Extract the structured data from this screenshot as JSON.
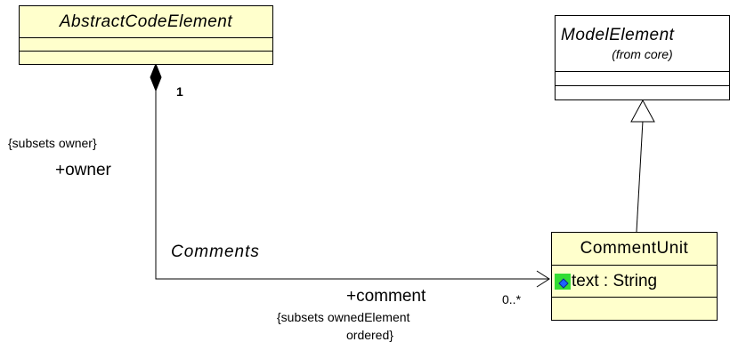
{
  "classes": {
    "abstract_code_element": {
      "name": "AbstractCodeElement"
    },
    "model_element": {
      "name": "ModelElement",
      "package": "(from core)"
    },
    "comment_unit": {
      "name": "CommentUnit",
      "attribute": "text : String"
    }
  },
  "association": {
    "name": "Comments",
    "owner_multiplicity": "1",
    "owner_constraint": "{subsets owner}",
    "owner_role": "+owner",
    "comment_role": "+comment",
    "comment_multiplicity": "0..*",
    "comment_constraint_line1": "{subsets ownedElement",
    "comment_constraint_line2": "ordered}"
  },
  "colors": {
    "class_fill": "#ffffcc",
    "abstract_fill": "#ffffff",
    "attribute_icon": "#33dd33"
  }
}
